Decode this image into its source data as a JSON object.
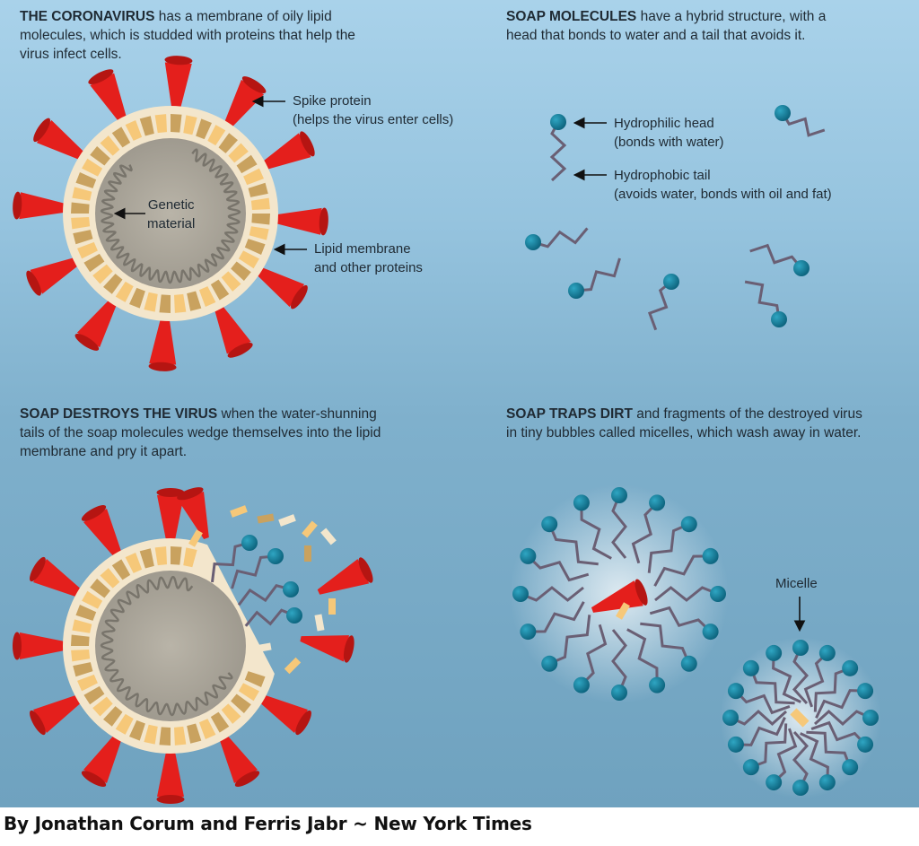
{
  "panels": {
    "coronavirus": {
      "heading": "THE CORONAVIRUS",
      "text": " has a membrane of oily lipid molecules, which is studded with proteins that help the virus infect cells."
    },
    "soap_molecules": {
      "heading": "SOAP MOLECULES",
      "text": " have a hybrid structure, with a head that bonds to water and a tail that avoids it."
    },
    "soap_destroys": {
      "heading": "SOAP DESTROYS THE VIRUS",
      "text": " when the water-shunning tails of the soap molecules wedge themselves into the lipid membrane and pry it apart."
    },
    "soap_traps": {
      "heading": "SOAP TRAPS DIRT",
      "text": " and fragments of the destroyed virus in tiny bubbles called micelles, which wash away in water."
    }
  },
  "labels": {
    "spike_protein": [
      "Spike protein",
      "(helps the virus enter cells)"
    ],
    "genetic_material": [
      "Genetic",
      "material"
    ],
    "lipid_membrane": [
      "Lipid membrane",
      "and other proteins"
    ],
    "hydrophilic_head": [
      "Hydrophilic head",
      "(bonds with water)"
    ],
    "hydrophobic_tail": [
      "Hydrophobic tail",
      "(avoids water, bonds with oil and fat)"
    ],
    "micelle": "Micelle"
  },
  "credit": "By Jonathan Corum and Ferris Jabr ~ New York Times",
  "colors": {
    "spike": "#e41f1c",
    "membrane_light": "#f6c879",
    "membrane_dark": "#c9a25f",
    "membrane_base": "#f3e6cc",
    "interior": "#a9a498",
    "rna": "#78746b",
    "soap_head": "#177f9c",
    "soap_tail": "#6a5f74"
  }
}
